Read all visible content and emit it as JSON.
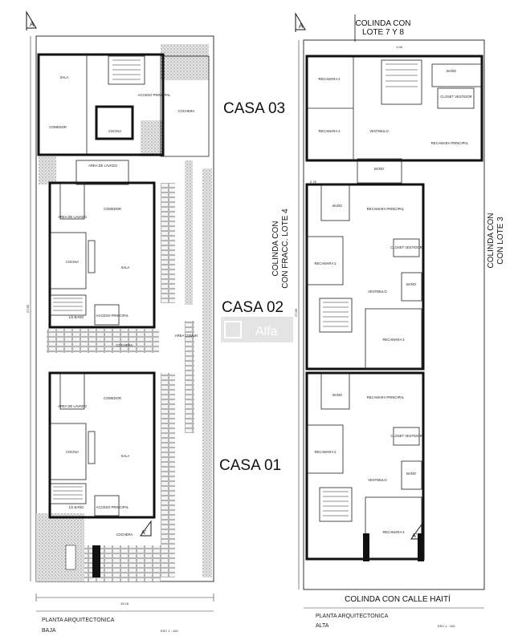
{
  "labels": {
    "casa_03": "CASA 03",
    "casa_02": "CASA 02",
    "casa_01": "CASA 01",
    "colinda_top": "COLINDA CON",
    "colinda_top_2": "LOTE 7 Y 8",
    "colinda_left": "COLINDA CON",
    "colinda_left_2": "CON FRACC. LOTE 4",
    "colinda_right": "COLINDA CON",
    "colinda_right_2": "CON LOTE 3",
    "colinda_bottom": "COLINDA CON CALLE HAITÍ",
    "watermark": "Alfa",
    "section_mark": "A",
    "section_mark_prime": "A'"
  },
  "captions": {
    "left_title": "PLANTA ARQUITECTONICA",
    "left_sub": "BAJA",
    "right_title": "PLANTA ARQUITECTONICA",
    "right_sub": "ALTA",
    "scale_left": "ESC 1 : 100",
    "scale_right": "ESC 1 : 100"
  },
  "dimensions": {
    "width": "15.18",
    "length_left": "27.85",
    "length_right": "27.85",
    "top_right": "1.08",
    "small_right": "2.78"
  },
  "rooms_ground": {
    "sala": "SALA",
    "comedor": "COMEDOR",
    "cocina": "COCINA",
    "acceso": "ACCESO PRINCIPAL",
    "cochera": "COCHERA",
    "lavado": "AREA DE LAVADO",
    "area_comun": "AREA COMUN",
    "medio_bano": "1/2 BAÑO"
  },
  "rooms_upper": {
    "recamara_2": "RECAMARA 2",
    "recamara_3": "RECAMARA 3",
    "recamara_principal": "RECAMARA PRINCIPAL",
    "vestibulo": "VESTIBULO",
    "bano": "BAÑO",
    "closet": "CLOSET VESTIDOR"
  }
}
